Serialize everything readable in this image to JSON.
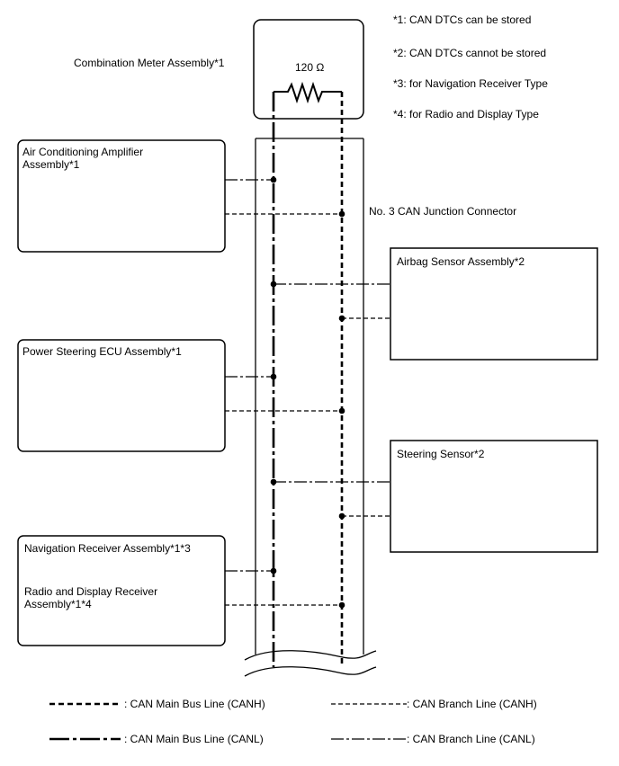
{
  "notes": [
    "*1: CAN DTCs can be stored",
    "*2: CAN DTCs cannot be stored",
    "*3: for Navigation Receiver Type",
    "*4: for Radio and Display Type"
  ],
  "combination_meter": {
    "label": "Combination Meter Assembly*1",
    "resistor": "120 Ω"
  },
  "junction_connector": "No. 3 CAN Junction Connector",
  "ecus": {
    "air_conditioning": [
      "Air Conditioning Amplifier",
      "Assembly*1"
    ],
    "airbag": "Airbag Sensor Assembly*2",
    "power_steering": "Power Steering ECU Assembly*1",
    "steering_sensor": "Steering Sensor*2",
    "navigation": "Navigation Receiver Assembly*1*3",
    "radio": [
      "Radio and Display Receiver",
      "Assembly*1*4"
    ]
  },
  "legend": {
    "main_canh": ": CAN Main Bus Line (CANH)",
    "branch_canh": ": CAN Branch Line (CANH)",
    "main_canl": ": CAN Main Bus Line (CANL)",
    "branch_canl": ": CAN Branch Line (CANL)"
  }
}
